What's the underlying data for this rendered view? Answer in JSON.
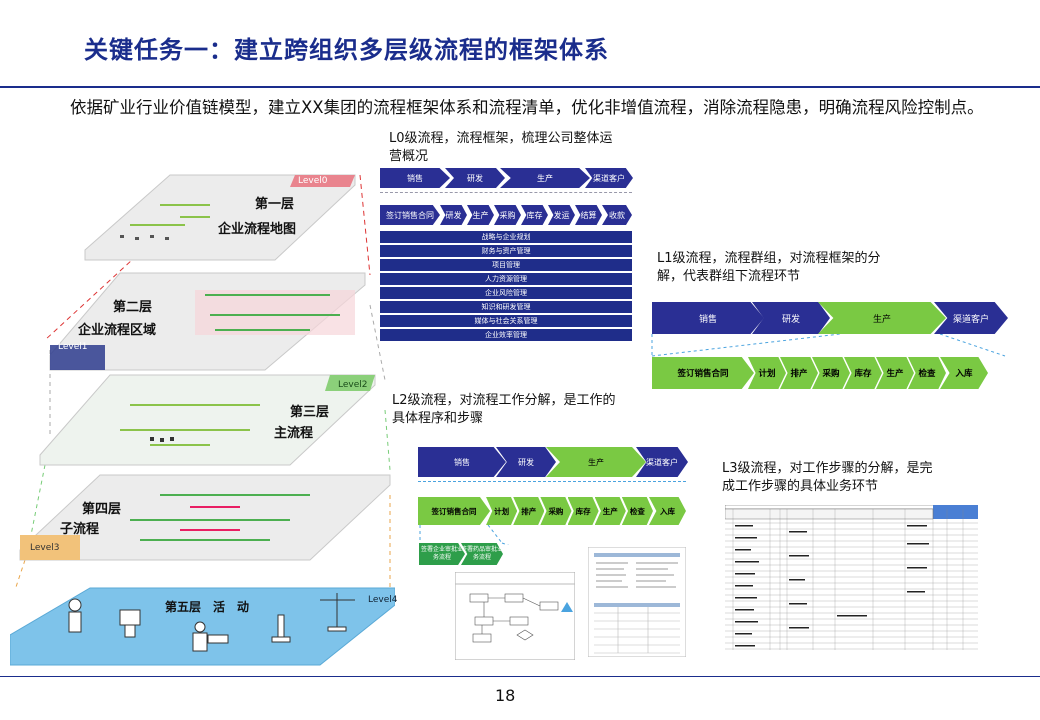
{
  "title": "关键任务一：建立跨组织多层级流程的框架体系",
  "intro": "依据矿业行业价值链模型，建立XX集团的流程框架体系和流程清单，优化非增值流程，消除流程隐患，明确流程风险控制点。",
  "captions": {
    "l0": "L0级流程，流程框架，梳理公司整体运营概况",
    "l1": "L1级流程，流程群组，对流程框架的分解，代表群组下流程环节",
    "l2": "L2级流程，对流程工作分解，是工作的具体程序和步骤",
    "l3": "L3级流程，对工作步骤的分解，是完成工作步骤的具体业务环节"
  },
  "pyramid": {
    "level0": "Level0",
    "level1": "Level1",
    "level2": "Level2",
    "level3": "Level3",
    "level4": "Level4",
    "layer1_a": "第一层",
    "layer1_b": "企业流程地图",
    "layer2_a": "第二层",
    "layer2_b": "企业流程区域",
    "layer3_a": "第三层",
    "layer3_b": "主流程",
    "layer4_a": "第四层",
    "layer4_b": "子流程",
    "layer5": "第五层　活　动"
  },
  "l0": {
    "top": [
      "销售",
      "研发",
      "生产",
      "渠道客户"
    ],
    "mid": [
      "签订销售合同",
      "研发",
      "生产",
      "采购",
      "库存",
      "发运",
      "结算",
      "收款"
    ],
    "bars": [
      "战略与企业规划",
      "财务与资产管理",
      "项目管理",
      "人力资源管理",
      "企业风险管理",
      "知识和研发管理",
      "媒体与社会关系管理",
      "企业效率管理"
    ]
  },
  "l1": {
    "top": [
      "销售",
      "研发",
      "生产",
      "渠道客户"
    ],
    "steps": [
      "签订销售合同",
      "计划",
      "排产",
      "采购",
      "库存",
      "生产",
      "检查",
      "入库"
    ]
  },
  "l2": {
    "top": [
      "销售",
      "研发",
      "生产",
      "渠道客户"
    ],
    "steps": [
      "签订销售合同",
      "计划",
      "排产",
      "采购",
      "库存",
      "生产",
      "检查",
      "入库"
    ],
    "sub": [
      "签署企业审批业务流程",
      "签署药品审批业务流程"
    ]
  },
  "page_number": "18"
}
